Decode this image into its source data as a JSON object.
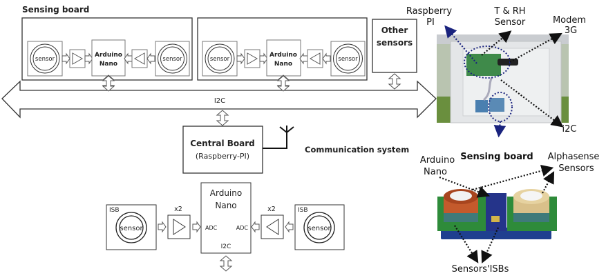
{
  "top_section": {
    "title": "Sensing board",
    "boards": [
      {
        "left_sensor": "sensor",
        "controller_line1": "Arduino",
        "controller_line2": "Nano",
        "right_sensor": "sensor"
      },
      {
        "left_sensor": "sensor",
        "controller_line1": "Arduino",
        "controller_line2": "Nano",
        "right_sensor": "sensor"
      }
    ],
    "other_sensors_line1": "Other",
    "other_sensors_line2": "sensors",
    "bus_label": "I2C"
  },
  "central": {
    "title": "Central Board",
    "subtitle": "(Raspberry-PI)",
    "comm_label": "Communication system"
  },
  "detail": {
    "left_isb_label": "ISB",
    "left_sensor": "sensor",
    "left_gain": "x2",
    "controller_line1": "Arduino",
    "controller_line2": "Nano",
    "adc_left": "ADC",
    "adc_right": "ADC",
    "i2c": "I2C",
    "right_gain": "x2",
    "right_isb_label": "ISB",
    "right_sensor": "sensor"
  },
  "photo_enclosure": {
    "annotations": {
      "raspberry_line1": "Raspberry",
      "raspberry_line2": "PI",
      "trh_line1": "T & RH",
      "trh_line2": "Sensor",
      "modem_line1": "Modem",
      "modem_line2": "3G",
      "i2c": "i2C"
    }
  },
  "photo_board": {
    "title": "Sensing board",
    "annotations": {
      "arduino_line1": "Arduino",
      "arduino_line2": "Nano",
      "alphasense_line1": "Alphasense",
      "alphasense_line2": "Sensors",
      "isbs": "Sensors'ISBs"
    }
  },
  "colors": {
    "stroke": "#333333",
    "inner_stroke": "#666666",
    "annotation_blue": "#1a237e",
    "pcb_green": "#2e8b3a",
    "pcb_blue": "#1f3f8f"
  }
}
